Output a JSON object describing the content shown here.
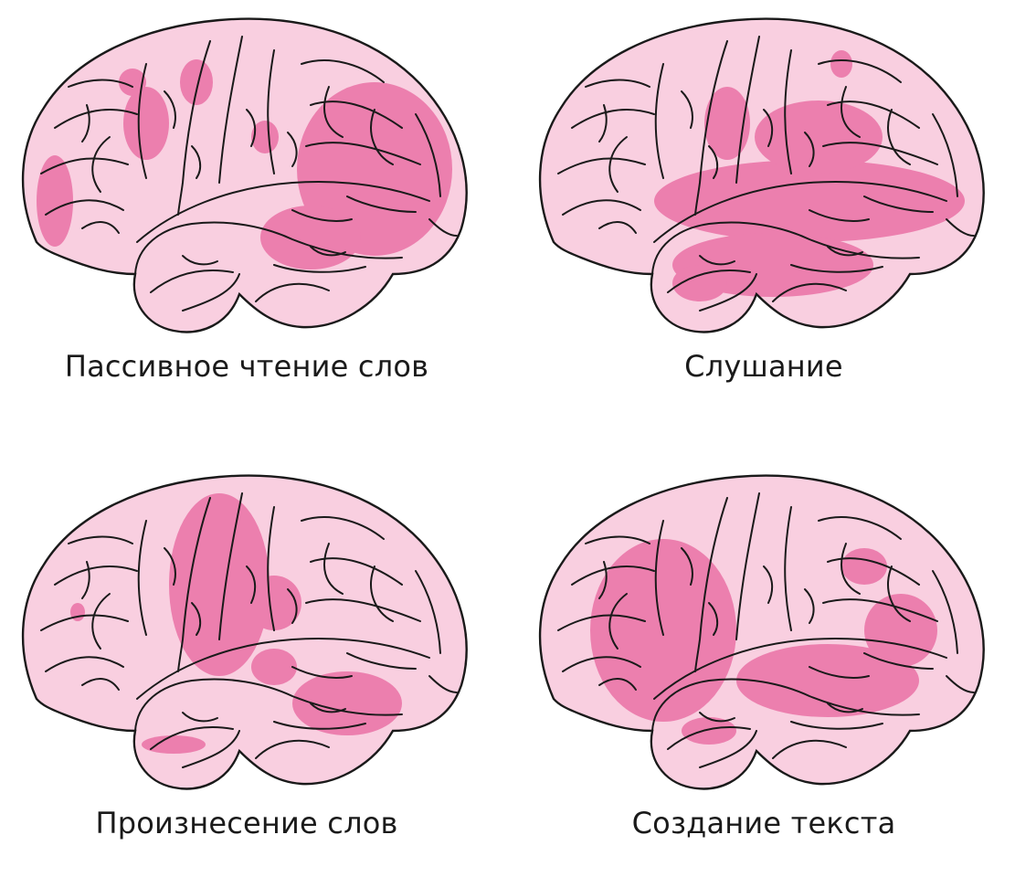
{
  "panels": [
    {
      "caption": "Пассивное чтение слов"
    },
    {
      "caption": "Слушание"
    },
    {
      "caption": "Произнесение слов"
    },
    {
      "caption": "Создание текста"
    }
  ],
  "colors": {
    "brain_base": "#f9cfe0",
    "activation": "#ec7fae",
    "outline": "#1a1a1a"
  }
}
